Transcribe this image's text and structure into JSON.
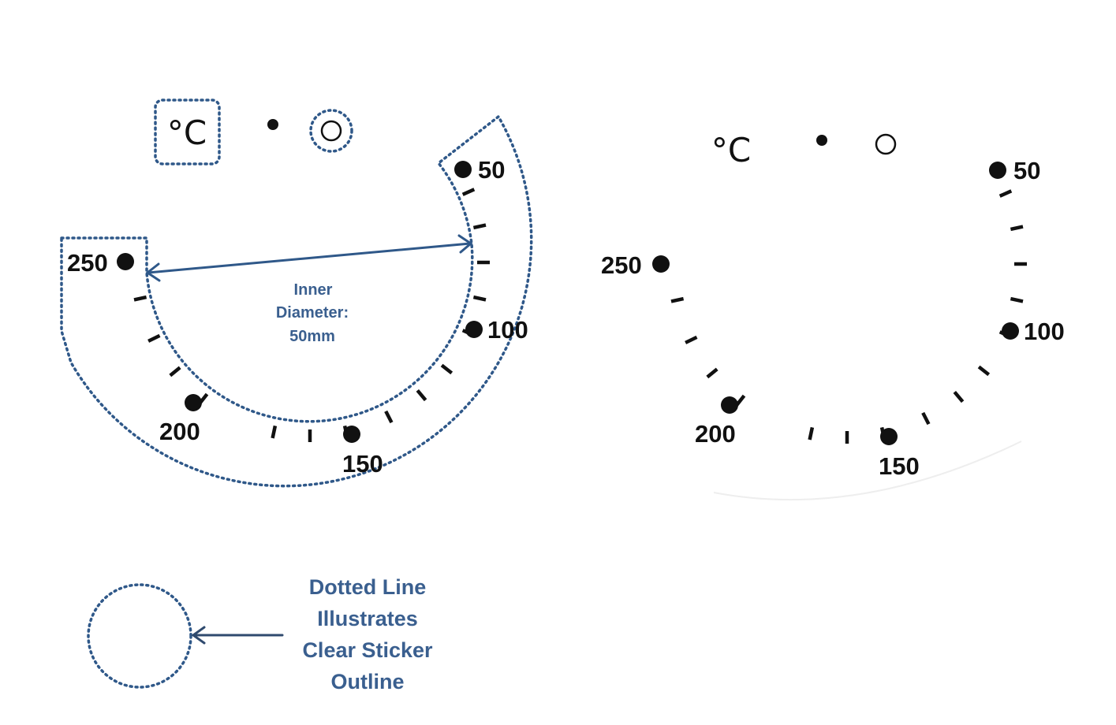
{
  "colors": {
    "outline": "#2f5889",
    "annotation": "#3a5f8f",
    "ink": "#111111",
    "background": "#ffffff"
  },
  "unit_label": "°C",
  "dial_labels": [
    "50",
    "100",
    "150",
    "200",
    "250"
  ],
  "dimension_note": {
    "line1": "Inner",
    "line2": "Diameter:",
    "line3": "50mm"
  },
  "legend": {
    "line1": "Dotted Line",
    "line2": "Illustrates",
    "line3": "Clear Sticker",
    "line4": "Outline"
  },
  "icons": [
    "filled-dot-icon",
    "open-circle-icon",
    "arrow-left-icon",
    "double-arrow-icon"
  ]
}
